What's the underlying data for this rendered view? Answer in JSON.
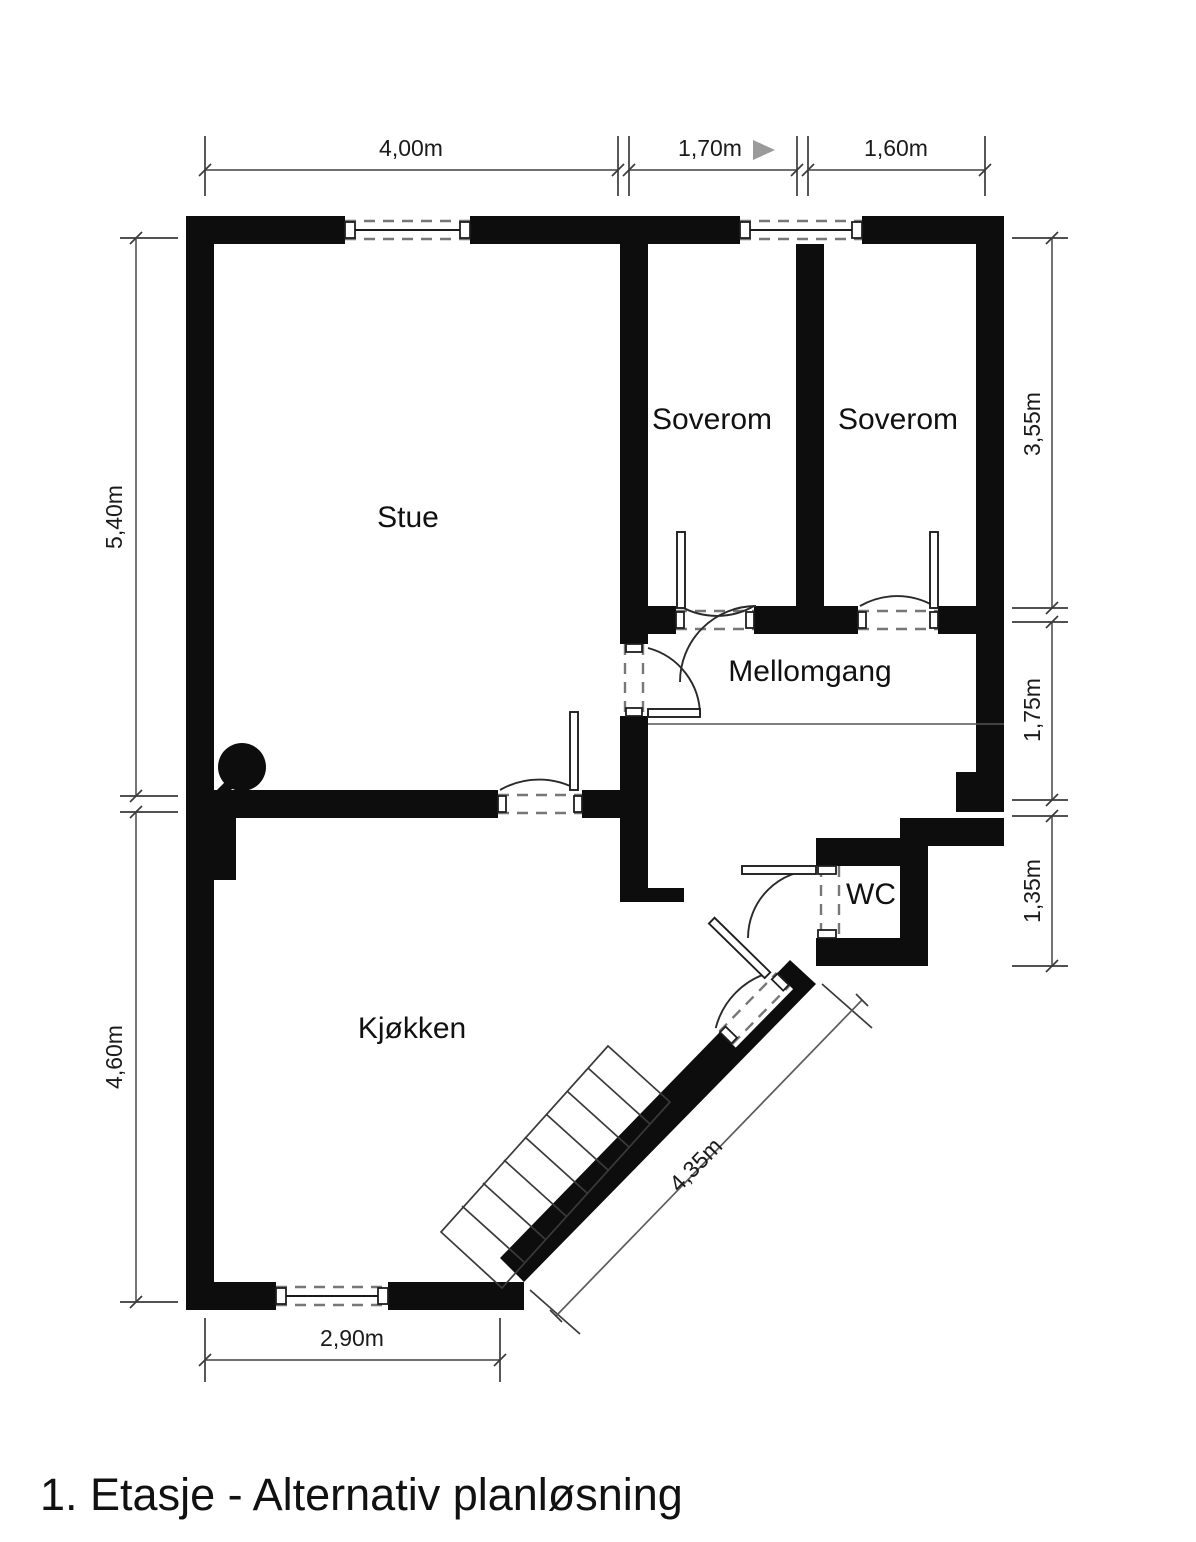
{
  "drawing": {
    "title": "1. Etasje - Alternativ planløsning",
    "colors": {
      "wall": "#0d0d0d",
      "background": "#ffffff",
      "dimension": "#5c5c5c",
      "text": "#111111",
      "marker": "#9a9a9a"
    }
  },
  "rooms": [
    {
      "id": "stue",
      "label": "Stue"
    },
    {
      "id": "soverom_1",
      "label": "Soverom"
    },
    {
      "id": "soverom_2",
      "label": "Soverom"
    },
    {
      "id": "mellomgang",
      "label": "Mellomgang"
    },
    {
      "id": "wc",
      "label": "WC"
    },
    {
      "id": "kjokken",
      "label": "Kjøkken"
    }
  ],
  "dimensions": {
    "top": [
      {
        "id": "top_1",
        "value": "4,00m",
        "marker": false
      },
      {
        "id": "top_2",
        "value": "1,70m",
        "marker": true
      },
      {
        "id": "top_3",
        "value": "1,60m",
        "marker": false
      }
    ],
    "left": [
      {
        "id": "left_1",
        "value": "5,40m"
      },
      {
        "id": "left_2",
        "value": "4,60m"
      }
    ],
    "right": [
      {
        "id": "right_1",
        "value": "3,55m"
      },
      {
        "id": "right_2",
        "value": "1,75m"
      },
      {
        "id": "right_3",
        "value": "1,35m"
      }
    ],
    "bottom": [
      {
        "id": "bottom_1",
        "value": "2,90m"
      }
    ],
    "diagonal": [
      {
        "id": "diag_1",
        "value": "4,35m"
      }
    ]
  }
}
